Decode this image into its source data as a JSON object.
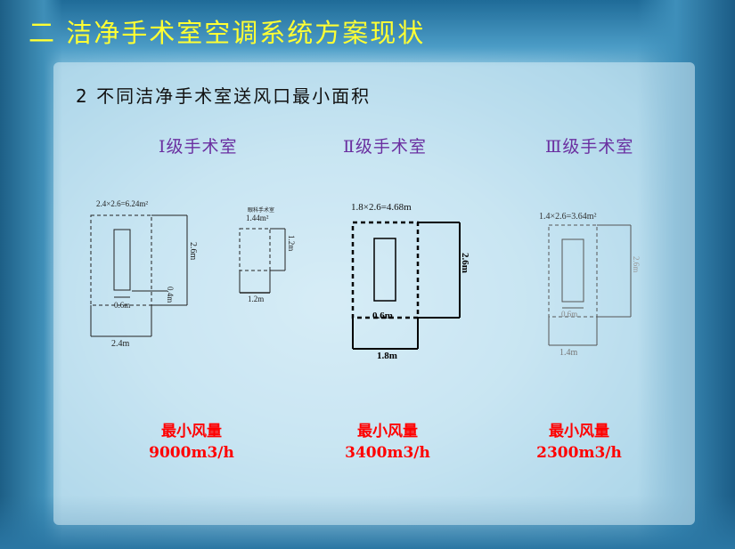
{
  "title": "二  洁净手术室空调系统方案现状",
  "subtitle": "2 不同洁净手术室送风口最小面积",
  "grades": [
    {
      "label": "Ⅰ级手术室",
      "air_label": "最小风量",
      "air_value": "9000m3/h"
    },
    {
      "label": "Ⅱ级手术室",
      "air_label": "最小风量",
      "air_value": "3400m3/h"
    },
    {
      "label": "Ⅲ级手术室",
      "air_label": "最小风量",
      "air_value": "2300m3/h"
    }
  ],
  "diagrams": {
    "d1": {
      "area": "2.4×2.6=6.24m²",
      "height": "2.6m",
      "width": "2.4m",
      "inner": "0.6m",
      "gap": "0.4m"
    },
    "d1b": {
      "caption": "眼科手术室",
      "area": "1.44m²",
      "height": "1.2m",
      "width": "1.2m"
    },
    "d2": {
      "area": "1.8×2.6=4.68m",
      "height": "2.6m",
      "width": "1.8m",
      "inner": "0.6m"
    },
    "d3": {
      "area": "1.4×2.6=3.64m²",
      "height": "2.6m",
      "width": "1.4m",
      "inner": "0.6m"
    }
  }
}
